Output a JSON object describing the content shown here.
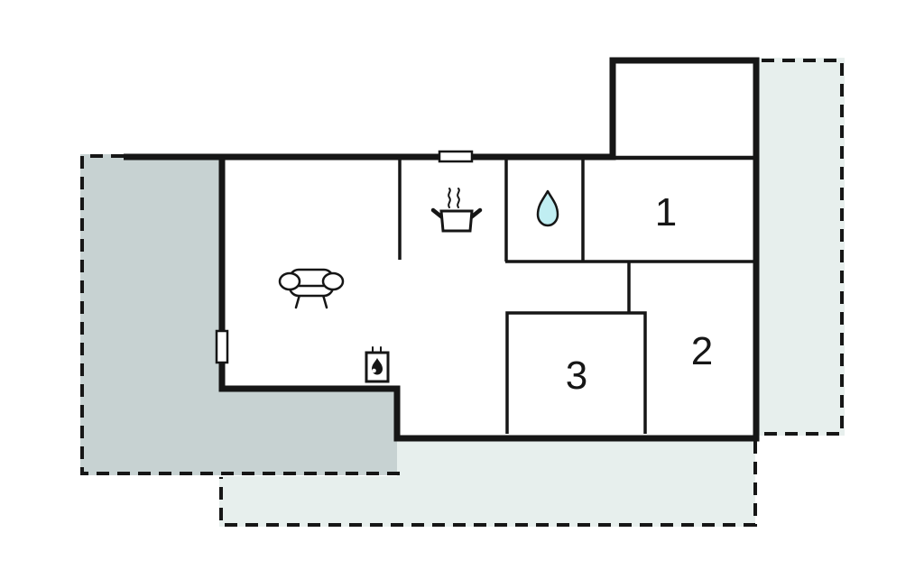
{
  "floor_plan": {
    "room_labels": {
      "room1": "1",
      "room2": "2",
      "room3": "3"
    },
    "colors": {
      "background": "#ffffff",
      "wall": "#161616",
      "terrace_dark": "#c7d2d2",
      "terrace_light": "#e7efed",
      "room_fill": "#ffffff",
      "water_drop_fill": "#c0eef2"
    },
    "icons": {
      "sofa": "sofa-icon",
      "cooking_pot": "cooking-pot-icon",
      "water_drop": "water-drop-icon",
      "wood_stove": "wood-stove-icon"
    },
    "features": {
      "terraces": [
        "dark-terrace-left",
        "light-terrace-bottom",
        "light-terrace-right"
      ],
      "windows": [
        "window-top-wall",
        "window-left-wall"
      ]
    }
  }
}
